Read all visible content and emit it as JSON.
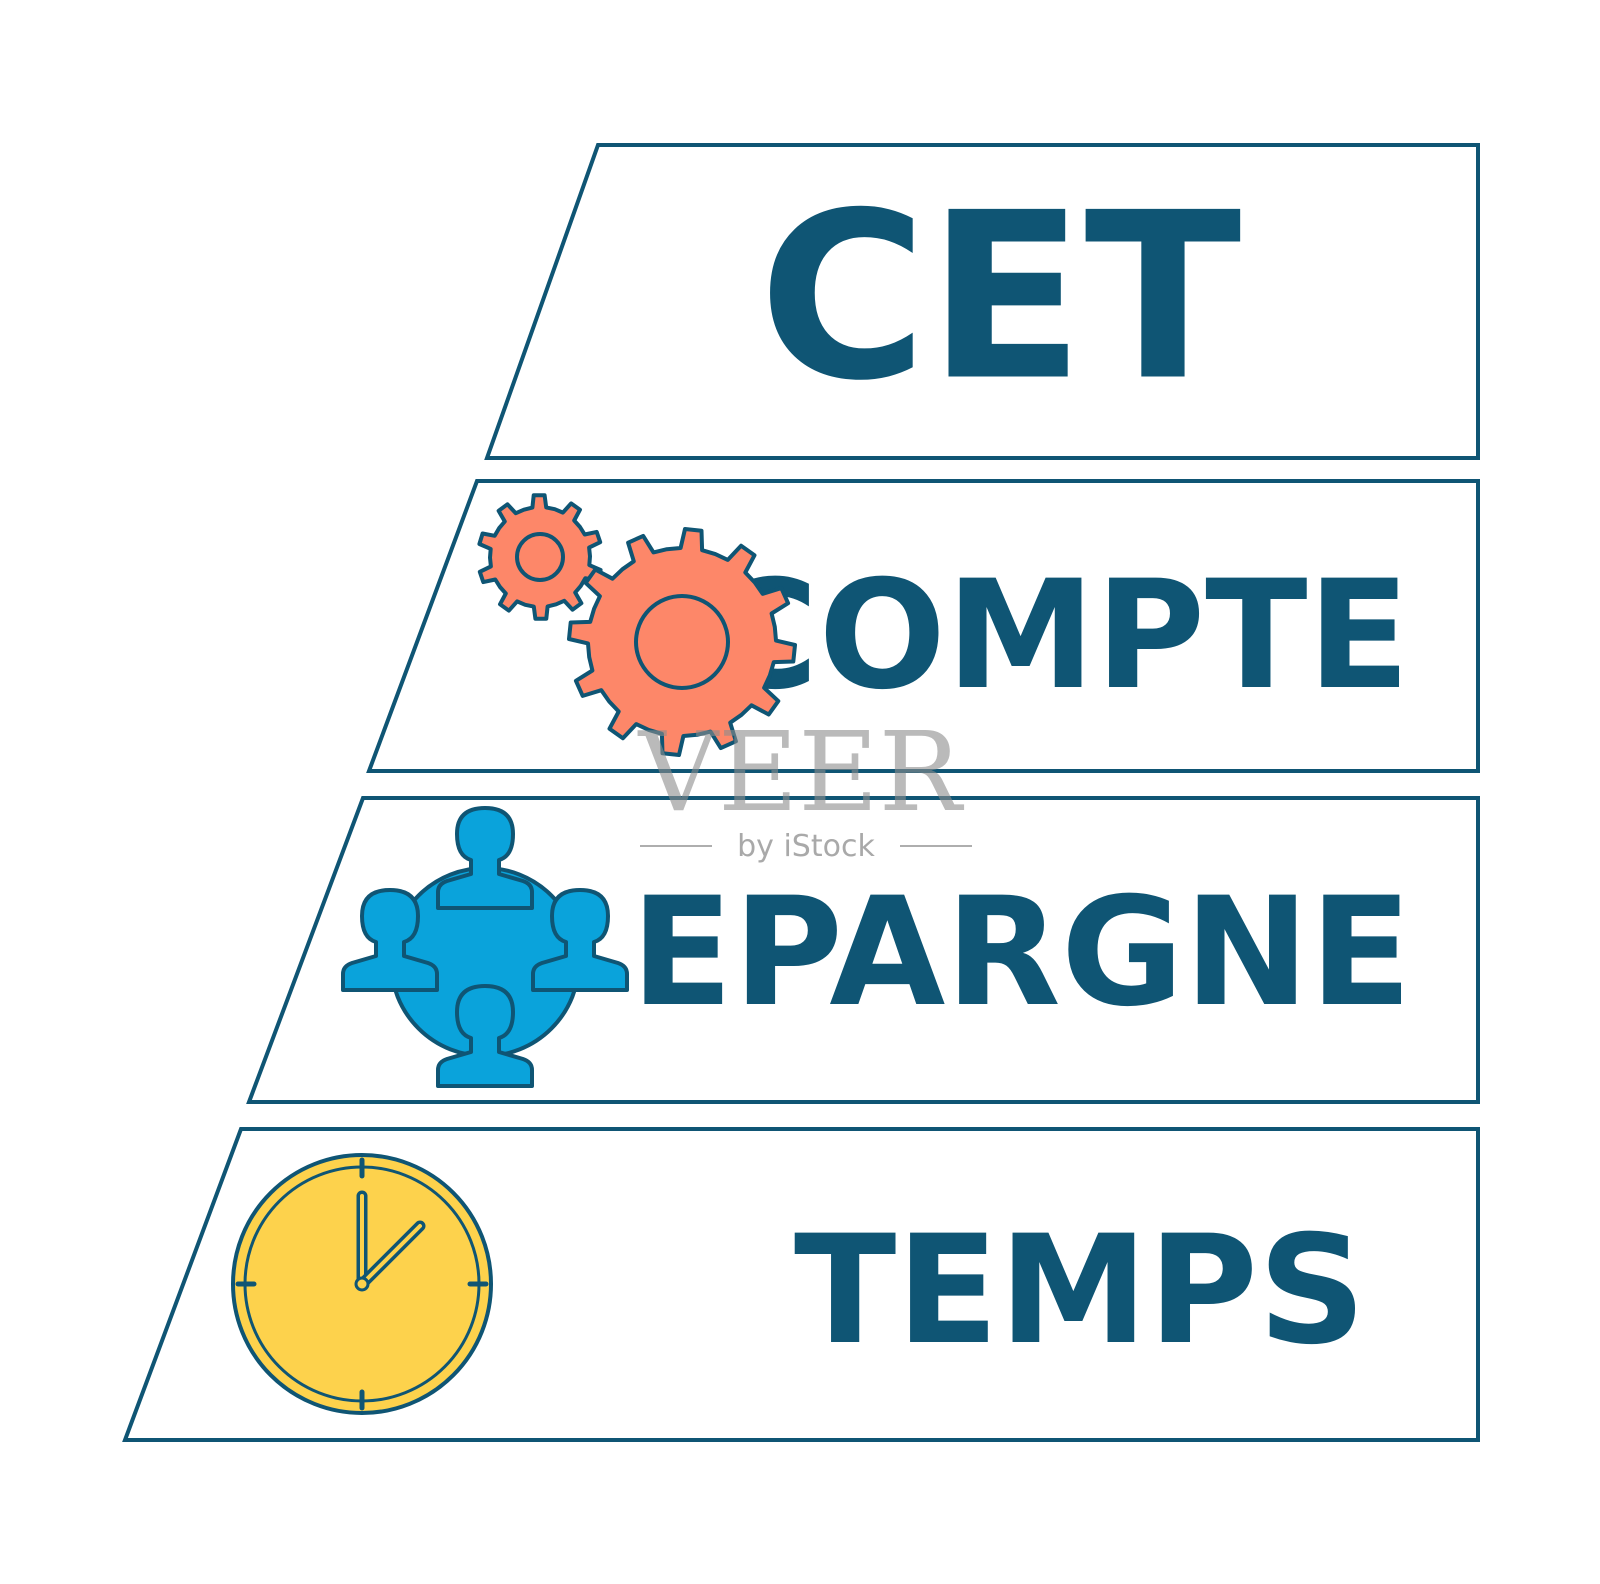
{
  "colors": {
    "text": "#0f5574",
    "outline": "#0f5574",
    "gear": "#fd8769",
    "people": "#0aa3db",
    "clock": "#fdd24c",
    "watermark": "#8c8c8c"
  },
  "banners": [
    {
      "word": "CET",
      "icon": null
    },
    {
      "word": "COMPTE",
      "icon": "gears-icon"
    },
    {
      "word": "EPARGNE",
      "icon": "team-network-icon"
    },
    {
      "word": "TEMPS",
      "icon": "clock-icon"
    }
  ],
  "watermark": {
    "brand": "VEER",
    "byline": "by iStock"
  }
}
